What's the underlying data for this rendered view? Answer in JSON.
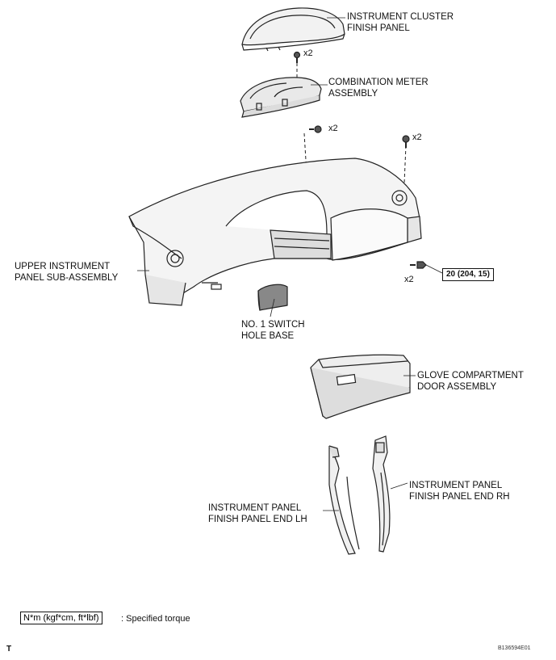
{
  "parts": {
    "cluster_finish_panel": [
      "INSTRUMENT CLUSTER",
      "FINISH PANEL"
    ],
    "combination_meter": [
      "COMBINATION METER",
      "ASSEMBLY"
    ],
    "upper_panel": [
      "UPPER INSTRUMENT",
      "PANEL SUB-ASSEMBLY"
    ],
    "switch_hole_base": [
      "NO. 1 SWITCH",
      "HOLE BASE"
    ],
    "glove_door": [
      "GLOVE COMPARTMENT",
      "DOOR ASSEMBLY"
    ],
    "end_rh": [
      "INSTRUMENT PANEL",
      "FINISH PANEL END RH"
    ],
    "end_lh": [
      "INSTRUMENT PANEL",
      "FINISH PANEL END LH"
    ]
  },
  "quantities": {
    "q1": "x2",
    "q2": "x2",
    "q3": "x2",
    "q4": "x2"
  },
  "torque_value": "20 (204, 15)",
  "legend": {
    "box": "N*m (kgf*cm, ft*lbf)",
    "text": ": Specified torque"
  },
  "footer": {
    "left": "T",
    "code": "B136594E01"
  }
}
